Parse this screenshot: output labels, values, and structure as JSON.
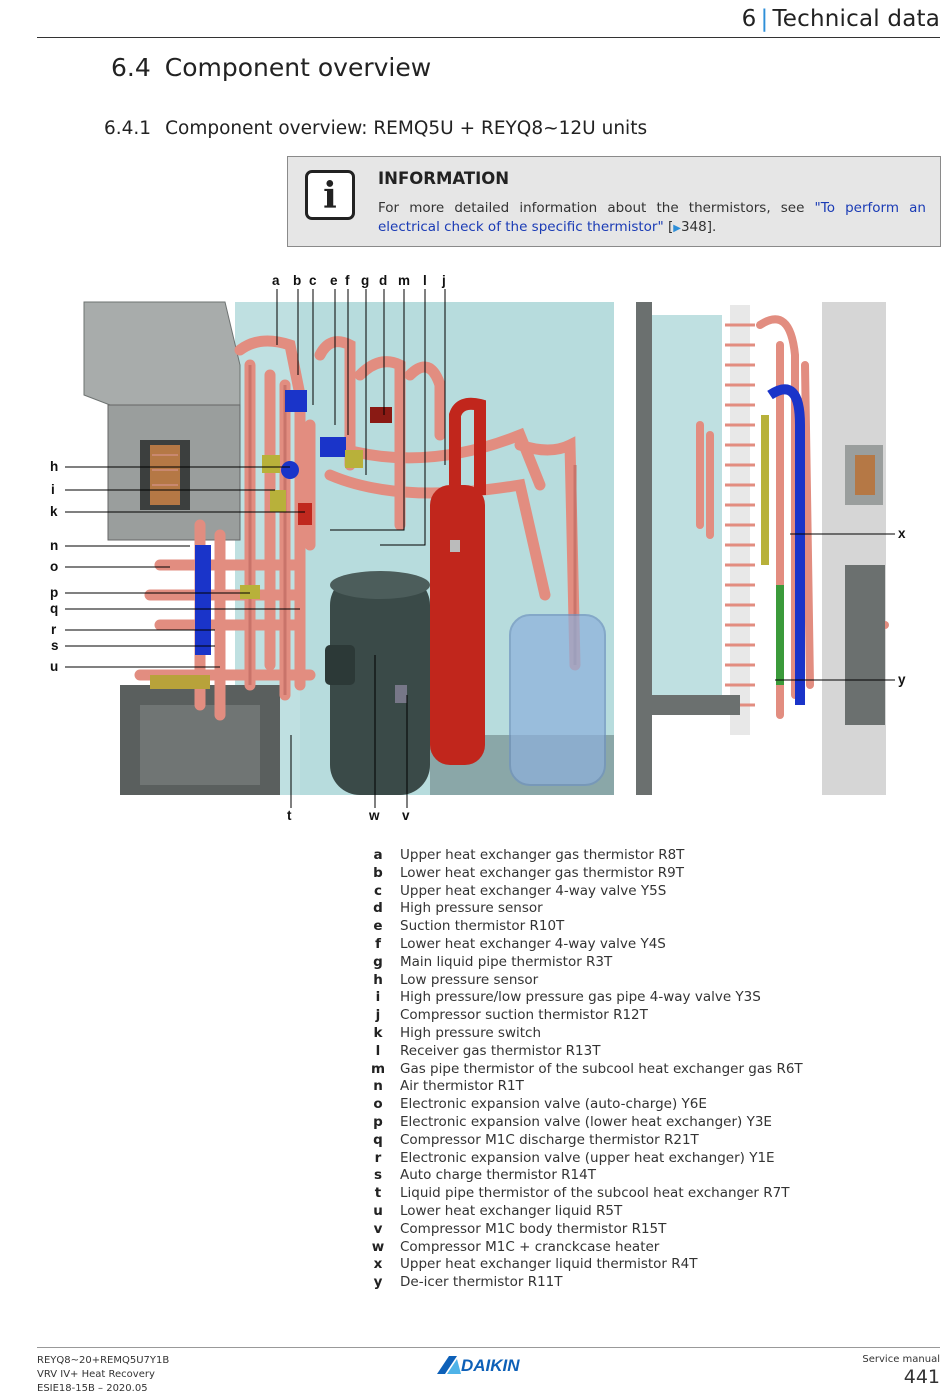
{
  "header": {
    "chapter_number": "6",
    "chapter_title": "Technical data"
  },
  "section": {
    "number": "6.4",
    "title": "Component overview"
  },
  "subsection": {
    "number": "6.4.1",
    "title": "Component overview: REMQ5U + REYQ8~12U units"
  },
  "info_box": {
    "title": "INFORMATION",
    "text_before": "For more detailed information about the thermistors, see ",
    "link_text": "\"To perform an electrical check of the specific thermistor\"",
    "ref_open": " [",
    "ref_page": "348",
    "ref_close": "]."
  },
  "figure": {
    "callouts": {
      "a": "a",
      "b": "b",
      "c": "c",
      "e": "e",
      "f": "f",
      "g": "g",
      "d": "d",
      "m": "m",
      "l": "l",
      "j": "j",
      "h": "h",
      "i": "i",
      "k": "k",
      "n": "n",
      "o": "o",
      "p": "p",
      "q": "q",
      "r": "r",
      "s": "s",
      "u": "u",
      "t": "t",
      "w": "w",
      "v": "v",
      "x": "x",
      "y": "y"
    }
  },
  "legend": [
    {
      "key": "a",
      "text": "Upper heat exchanger gas thermistor R8T"
    },
    {
      "key": "b",
      "text": "Lower heat exchanger gas thermistor R9T"
    },
    {
      "key": "c",
      "text": "Upper heat exchanger 4-way valve Y5S"
    },
    {
      "key": "d",
      "text": "High pressure sensor"
    },
    {
      "key": "e",
      "text": "Suction thermistor R10T"
    },
    {
      "key": "f",
      "text": "Lower heat exchanger 4-way valve Y4S"
    },
    {
      "key": "g",
      "text": "Main liquid pipe thermistor R3T"
    },
    {
      "key": "h",
      "text": "Low pressure sensor"
    },
    {
      "key": "i",
      "text": "High pressure/low pressure gas pipe 4-way valve Y3S"
    },
    {
      "key": "j",
      "text": "Compressor suction thermistor R12T"
    },
    {
      "key": "k",
      "text": "High pressure switch"
    },
    {
      "key": "l",
      "text": "Receiver gas thermistor R13T"
    },
    {
      "key": "m",
      "text": "Gas pipe thermistor of the subcool heat exchanger gas R6T"
    },
    {
      "key": "n",
      "text": "Air thermistor R1T"
    },
    {
      "key": "o",
      "text": "Electronic expansion valve (auto-charge) Y6E"
    },
    {
      "key": "p",
      "text": "Electronic expansion valve (lower heat exchanger) Y3E"
    },
    {
      "key": "q",
      "text": "Compressor M1C discharge thermistor R21T"
    },
    {
      "key": "r",
      "text": "Electronic expansion valve (upper heat exchanger) Y1E"
    },
    {
      "key": "s",
      "text": "Auto charge thermistor R14T"
    },
    {
      "key": "t",
      "text": "Liquid pipe thermistor of the subcool heat exchanger R7T"
    },
    {
      "key": "u",
      "text": "Lower heat exchanger liquid R5T"
    },
    {
      "key": "v",
      "text": "Compressor M1C body thermistor R15T"
    },
    {
      "key": "w",
      "text": "Compressor M1C + cranckcase heater"
    },
    {
      "key": "x",
      "text": "Upper heat exchanger liquid thermistor R4T"
    },
    {
      "key": "y",
      "text": "De-icer thermistor R11T"
    }
  ],
  "footer": {
    "model": "REYQ8~20+REMQ5U7Y1B",
    "product": "VRV IV+ Heat Recovery",
    "doc_code": "ESIE18-15B – 2020.05",
    "brand": "DAIKIN",
    "manual_label": "Service manual",
    "page_number": "441"
  },
  "colors": {
    "accent_blue": "#2e8fd8",
    "link_blue": "#1a3bb5",
    "info_bg": "#e6e6e6",
    "pipe_copper": "#e08a7e",
    "component_red": "#c0281e",
    "component_blue": "#1530c8",
    "compressor_dark": "#3a4a48",
    "panel_teal": "#b9dcdd",
    "daikin_blue": "#0d60b8"
  }
}
